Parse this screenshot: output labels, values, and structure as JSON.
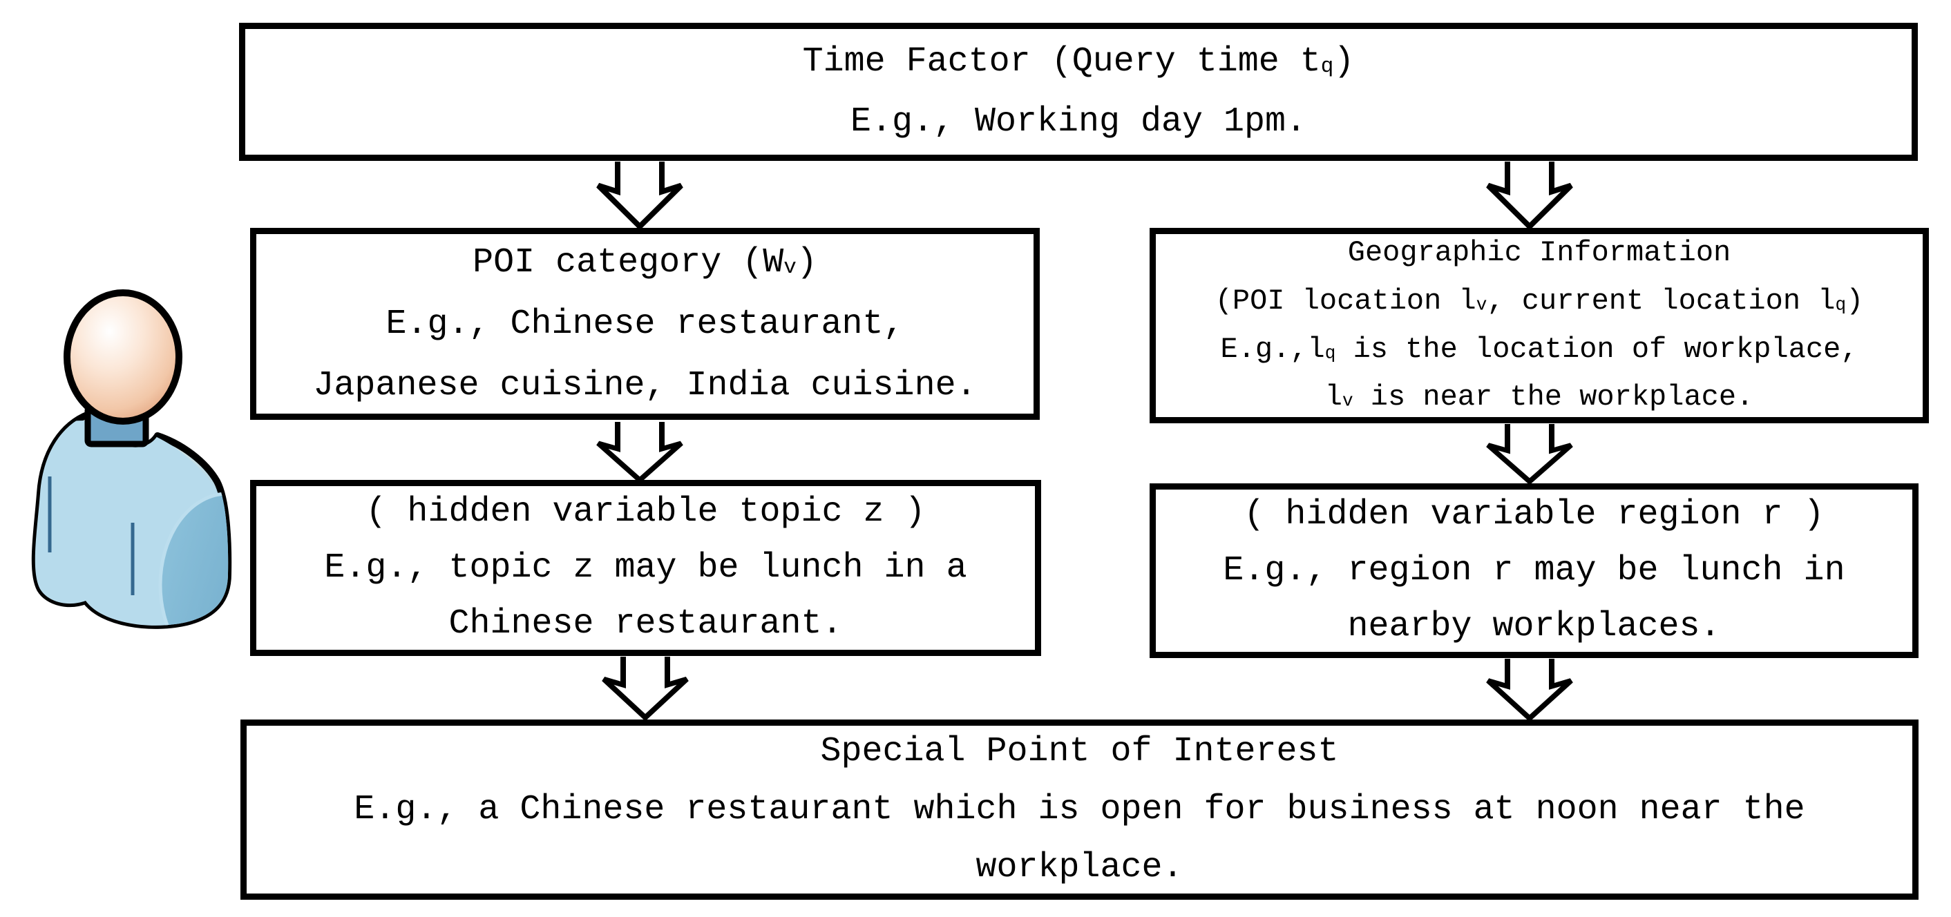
{
  "diagram": {
    "title": "POI recommendation factor flow diagram",
    "colors": {
      "border": "#000000",
      "box_fill": "#ffffff",
      "background": "#ffffff",
      "arrow_fill": "#ffffff",
      "arrow_outline": "#000000",
      "person_skin": "#f2c7a8",
      "person_skin_highlight": "#ffffff",
      "person_shirt_light": "#b7dbec",
      "person_shirt_cream": "#ebe8dc",
      "person_shirt_dark": "#7fb7d6",
      "person_neck": "#6fa5c8",
      "person_outline": "#000000"
    },
    "icons": {
      "user": "user-icon",
      "arrows": "block-down-arrow-icon"
    },
    "boxes": {
      "time_factor": {
        "lines": [
          [
            {
              "t": "Time Factor (Query time t"
            },
            {
              "s": "q"
            },
            {
              "t": ")"
            }
          ],
          [
            {
              "t": "E.g., Working day 1pm."
            }
          ]
        ]
      },
      "poi_category": {
        "lines": [
          [
            {
              "t": "POI category (W"
            },
            {
              "s": "v"
            },
            {
              "t": ")"
            }
          ],
          [
            {
              "t": "E.g., Chinese restaurant,"
            }
          ],
          [
            {
              "t": "Japanese cuisine, India cuisine."
            }
          ]
        ]
      },
      "geographic_information": {
        "lines": [
          [
            {
              "t": "Geographic Information"
            }
          ],
          [
            {
              "t": "(POI location l"
            },
            {
              "s": "v"
            },
            {
              "t": ", current location l"
            },
            {
              "s": "q"
            },
            {
              "t": ")"
            }
          ],
          [
            {
              "t": "E.g.,l"
            },
            {
              "s": "q"
            },
            {
              "t": " is the location of workplace,"
            }
          ],
          [
            {
              "t": "l"
            },
            {
              "s": "v"
            },
            {
              "t": " is near the workplace."
            }
          ]
        ]
      },
      "hidden_topic": {
        "lines": [
          [
            {
              "t": "( hidden variable topic z )"
            }
          ],
          [
            {
              "t": "E.g., topic z may be lunch in a"
            }
          ],
          [
            {
              "t": "Chinese restaurant."
            }
          ]
        ]
      },
      "hidden_region": {
        "lines": [
          [
            {
              "t": "( hidden variable region r )"
            }
          ],
          [
            {
              "t": "E.g., region r may be lunch in"
            }
          ],
          [
            {
              "t": "nearby workplaces."
            }
          ]
        ]
      },
      "special_poi": {
        "lines": [
          [
            {
              "t": "Special Point of Interest"
            }
          ],
          [
            {
              "t": "E.g., a Chinese restaurant which is open for business at noon near the"
            }
          ],
          [
            {
              "t": "workplace."
            }
          ]
        ]
      }
    }
  }
}
